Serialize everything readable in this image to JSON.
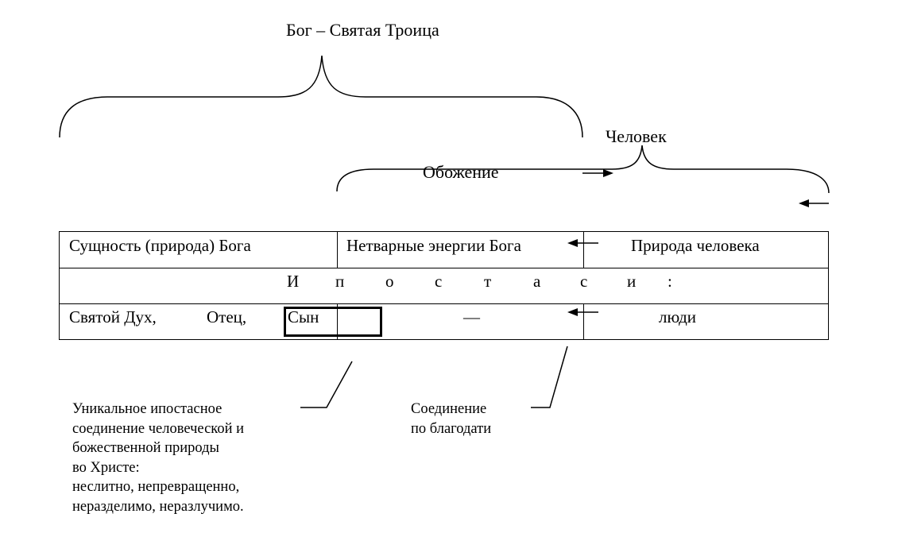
{
  "title": "Бог – Святая Троица",
  "human_label": "Человек",
  "deification_label": "Обожение",
  "table": {
    "row1": {
      "essence": "Сущность (природа) Бога",
      "energies": "Нетварные энергии Бога",
      "human_nature": "Природа человека"
    },
    "row2": {
      "hypostases_letters": [
        "И",
        "п",
        "о",
        "с",
        "т",
        "а",
        "с",
        "и",
        ":"
      ]
    },
    "row3": {
      "holy_spirit": "Святой Дух,",
      "father": "Отец,",
      "son": "Сын",
      "dash": "—",
      "people": "люди"
    }
  },
  "notes": {
    "hypostatic_union": [
      "Уникальное ипостасное",
      "соединение человеческой и",
      "божественной природы",
      "во Христе:",
      "неслитно, непревращенно,",
      "неразделимо, неразлучимо."
    ],
    "grace_union": [
      "Соединение",
      "по благодати"
    ]
  }
}
